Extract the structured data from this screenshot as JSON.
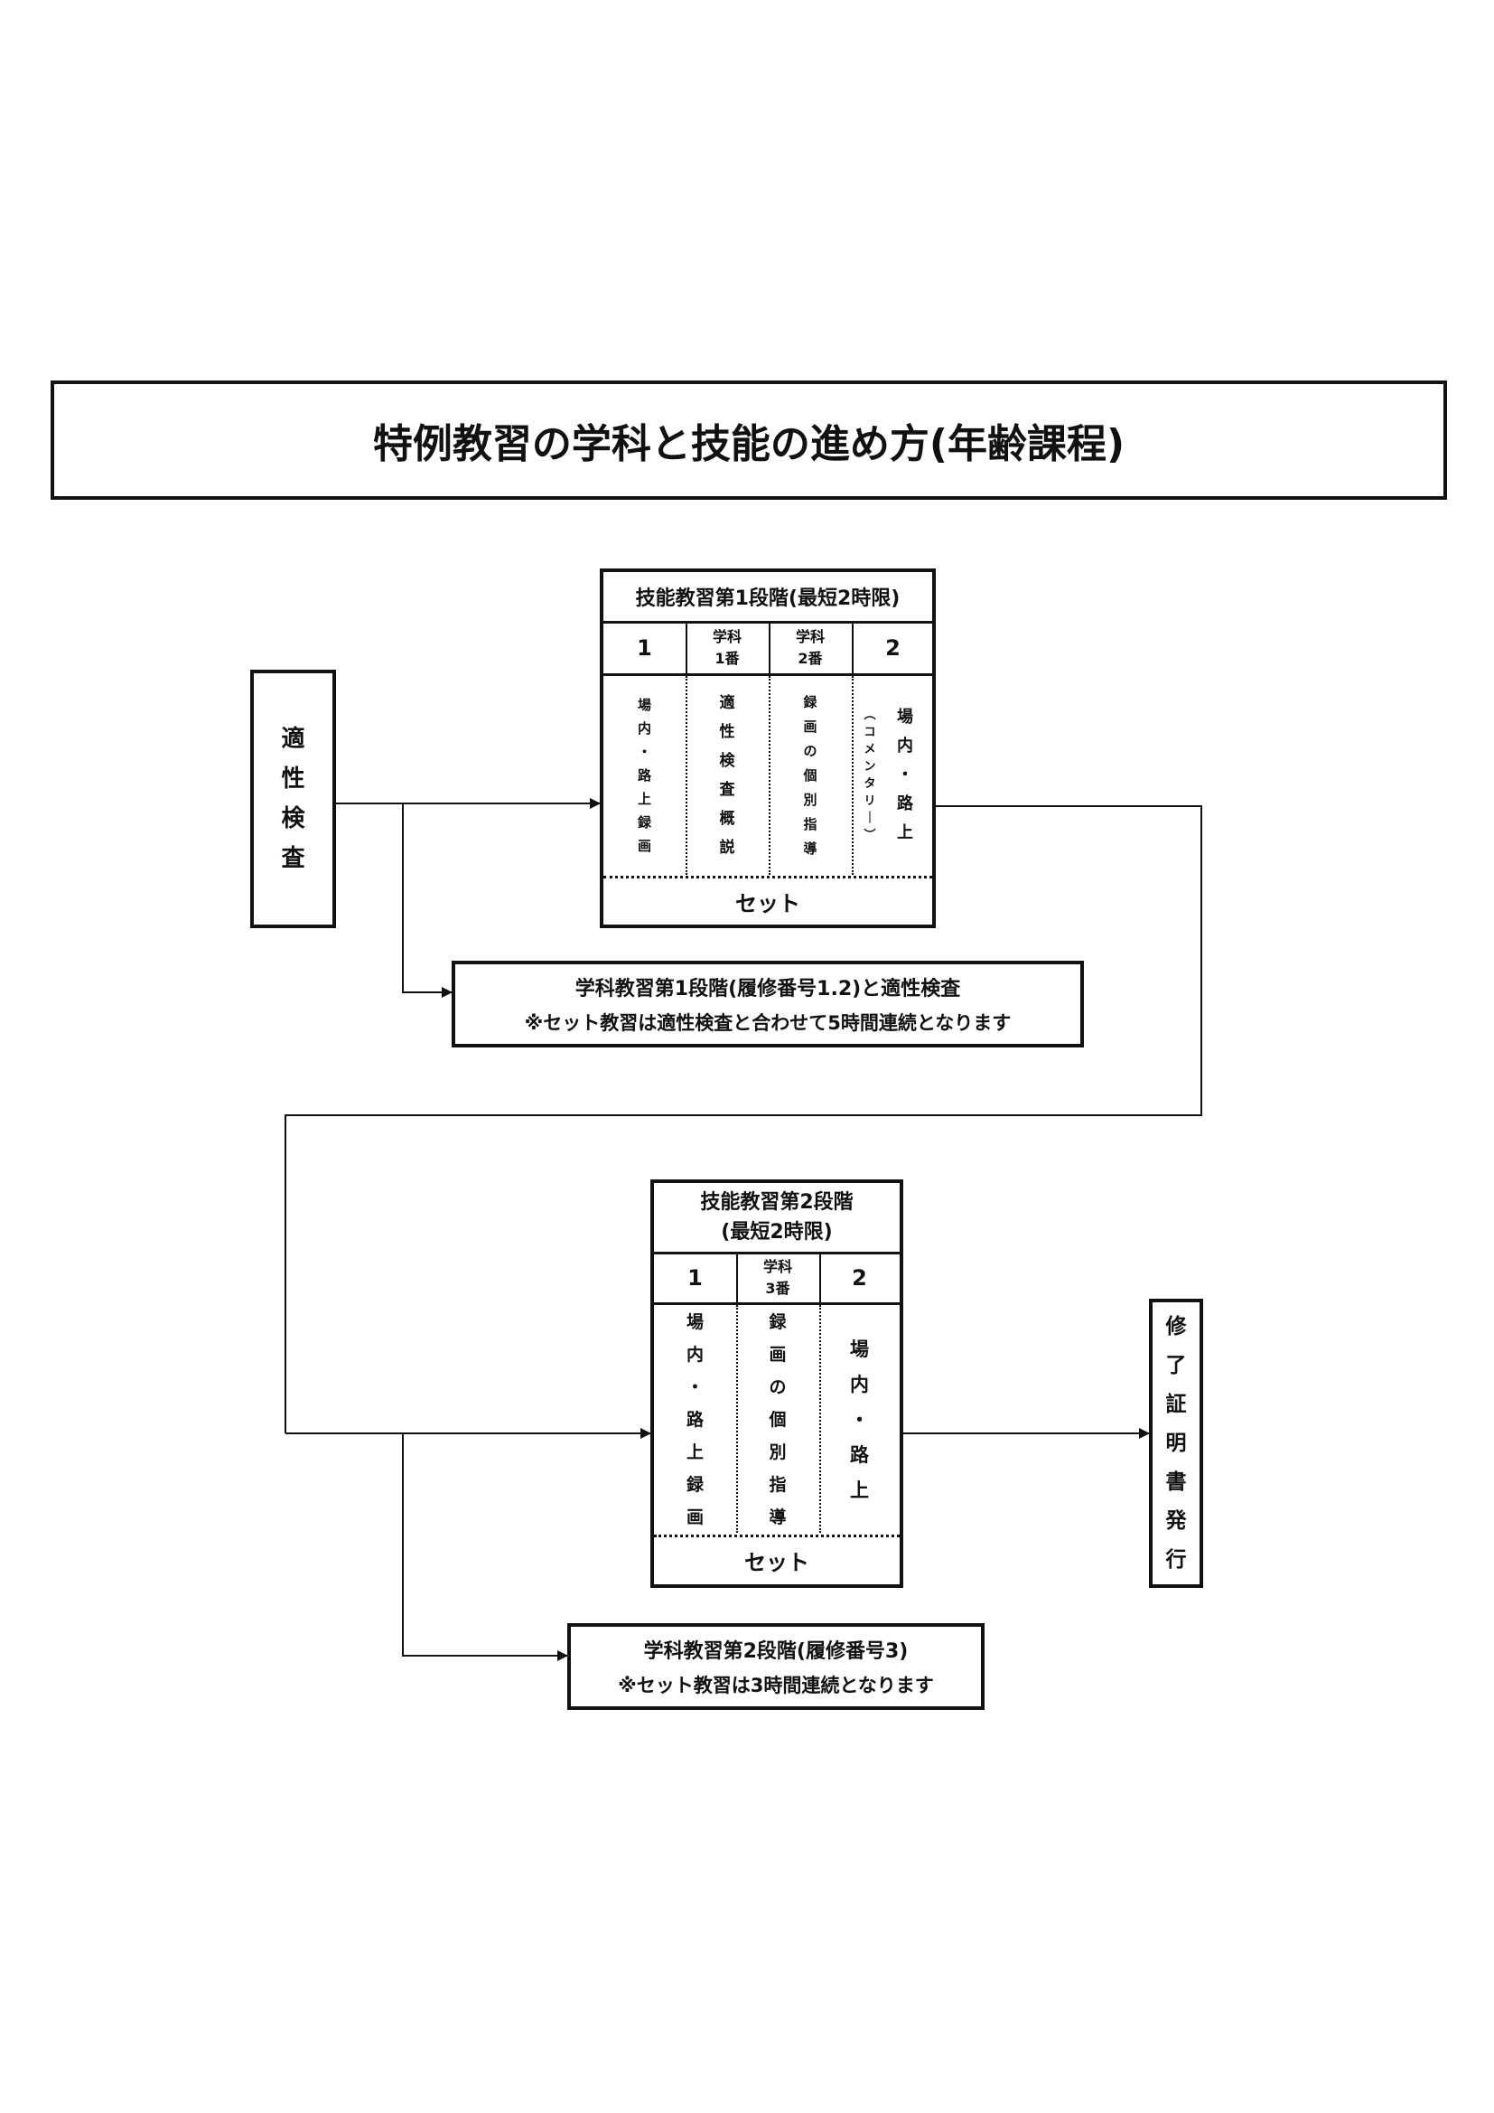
{
  "title": "特例教習の学科と技能の進め方(年齢課程)",
  "aptitude": {
    "label": "適性検査"
  },
  "stage1": {
    "header": "技能教習第1段階(最短2時限)",
    "columns": [
      {
        "head": "1",
        "body": "場内・路上録画"
      },
      {
        "head_line1": "学科",
        "head_line2": "1番",
        "body": "適性検査概説"
      },
      {
        "head_line1": "学科",
        "head_line2": "2番",
        "body": "録画の個別指導"
      },
      {
        "head": "2",
        "body_main": "場内・路上",
        "body_sub": "(コメンタリー)"
      }
    ],
    "footer": "セット"
  },
  "lecture1": {
    "line1": "学科教習第1段階(履修番号1.2)と適性検査",
    "line2": "※セット教習は適性検査と合わせて5時間連続となります"
  },
  "stage2": {
    "header_line1": "技能教習第2段階",
    "header_line2": "(最短2時限)",
    "columns": [
      {
        "head": "1",
        "body": "場内・路上録画"
      },
      {
        "head_line1": "学科",
        "head_line2": "3番",
        "body": "録画の個別指導"
      },
      {
        "head": "2",
        "body": "場内・路上"
      }
    ],
    "footer": "セット"
  },
  "lecture2": {
    "line1": "学科教習第2段階(履修番号3)",
    "line2": "※セット教習は3時間連続となります"
  },
  "certificate": {
    "label": "修了証明書発行"
  }
}
